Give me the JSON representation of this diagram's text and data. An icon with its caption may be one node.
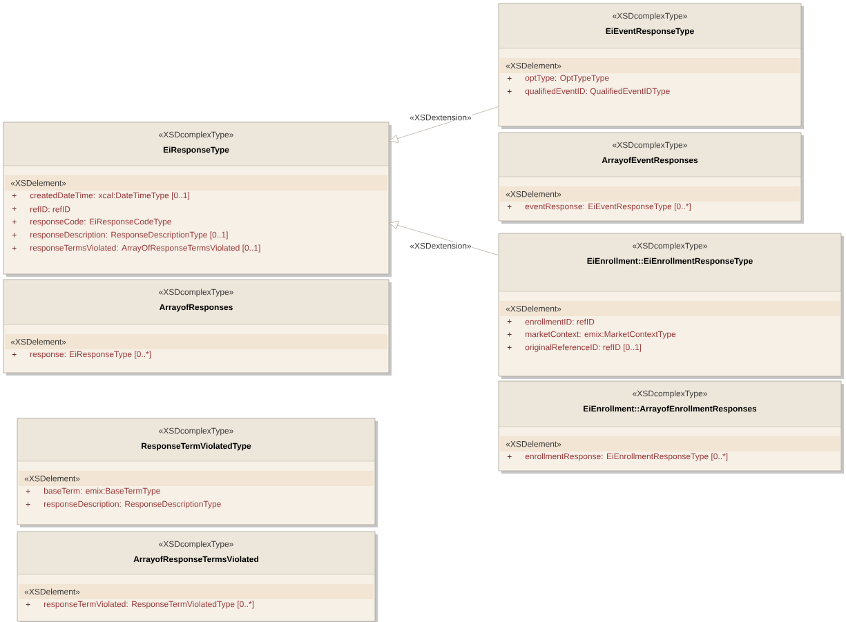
{
  "diagram": {
    "nodes": [
      {
        "text": [
          "«XSDcomplexType»",
          "EiEventResponseType",
          "«XSDelement»",
          "+",
          "optType:  OptTypeType",
          "+",
          "qualifiedEventID:  QualifiedEventIDType"
        ]
      },
      {
        "text": [
          "«XSDcomplexType»",
          "EiResponseType",
          "«XSDelement»",
          "+",
          "createdDateTime:  xcal:DateTimeType [0..1]",
          "+",
          "refID:  refID",
          "+",
          "responseCode:  EiResponseCodeType",
          "+",
          "responseDescription:  ResponseDescriptionType [0..1]",
          "+",
          "responseTermsViolated:  ArrayOfResponseTermsViolated [0..1]"
        ]
      },
      {
        "text": [
          "«XSDcomplexType»",
          "ArrayofEventResponses",
          "«XSDelement»",
          "+",
          "eventResponse:  EiEventResponseType [0..*]"
        ]
      },
      {
        "text": [
          "«XSDcomplexType»",
          "EiEnrollment::EiEnrollmentResponseType",
          "«XSDelement»",
          "+",
          "enrollmentID:  refID",
          "+",
          "marketContext:  emix:MarketContextType",
          "+",
          "originalReferenceID:  refID [0..1]"
        ]
      },
      {
        "text": [
          "«XSDcomplexType»",
          "ArrayofResponses",
          "«XSDelement»",
          "+",
          "response:  EiResponseType [0..*]"
        ]
      },
      {
        "text": [
          "«XSDcomplexType»",
          "EiEnrollment::ArrayofEnrollmentResponses",
          "«XSDelement»",
          "+",
          "enrollmentResponse:  EiEnrollmentResponseType [0..*]"
        ]
      },
      {
        "text": [
          "«XSDcomplexType»",
          "ResponseTermViolatedType",
          "«XSDelement»",
          "+",
          "baseTerm:  emix:BaseTermType",
          "+",
          "responseDescription:  ResponseDescriptionType"
        ]
      },
      {
        "text": [
          "«XSDcomplexType»",
          "ArrayofResponseTermsViolated",
          "«XSDelement»",
          "+",
          "responseTermViolated:  ResponseTermViolatedType [0..*]"
        ]
      }
    ],
    "edges": [
      {
        "from": 0,
        "to": 1,
        "arrow": "to",
        "label": "«XSDextension»"
      },
      {
        "from": 3,
        "to": 1,
        "arrow": "to",
        "label": "«XSDextension»"
      }
    ]
  }
}
